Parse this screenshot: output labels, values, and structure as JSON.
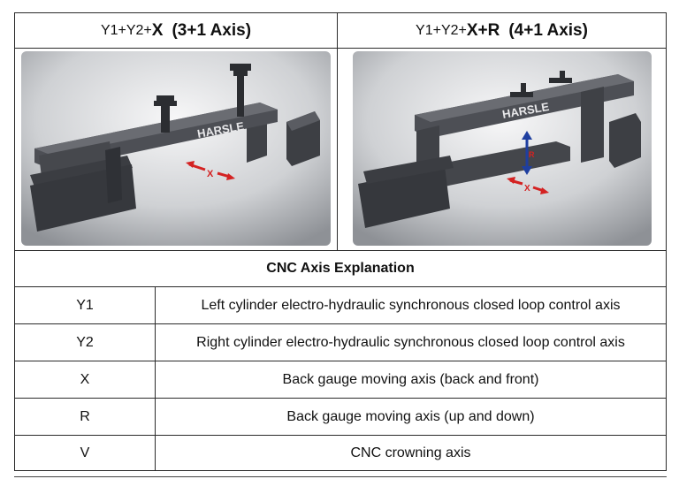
{
  "left_panel": {
    "header_prefix": "Y1+Y2+",
    "header_axes": "X",
    "header_config": "(3+1 Axis)",
    "logo": "HARSLE",
    "arrow_label": "X"
  },
  "right_panel": {
    "header_prefix": "Y1+Y2+",
    "header_axes": "X+R",
    "header_config": "(4+1 Axis)",
    "logo": "HARSLE",
    "arrow_label_x": "X",
    "arrow_label_r": "R"
  },
  "table": {
    "title": "CNC Axis Explanation",
    "rows": [
      {
        "axis": "Y1",
        "description": "Left cylinder electro-hydraulic synchronous closed loop control axis"
      },
      {
        "axis": "Y2",
        "description": "Right cylinder electro-hydraulic synchronous closed loop control axis"
      },
      {
        "axis": "X",
        "description": "Back gauge moving axis (back and front)"
      },
      {
        "axis": "R",
        "description": "Back gauge moving axis (up and down)"
      },
      {
        "axis": "V",
        "description": "CNC crowning axis"
      }
    ]
  },
  "colors": {
    "machine": "#4a4c52",
    "arrow": "#d42222",
    "r_arrow": "#1f3fa0"
  }
}
